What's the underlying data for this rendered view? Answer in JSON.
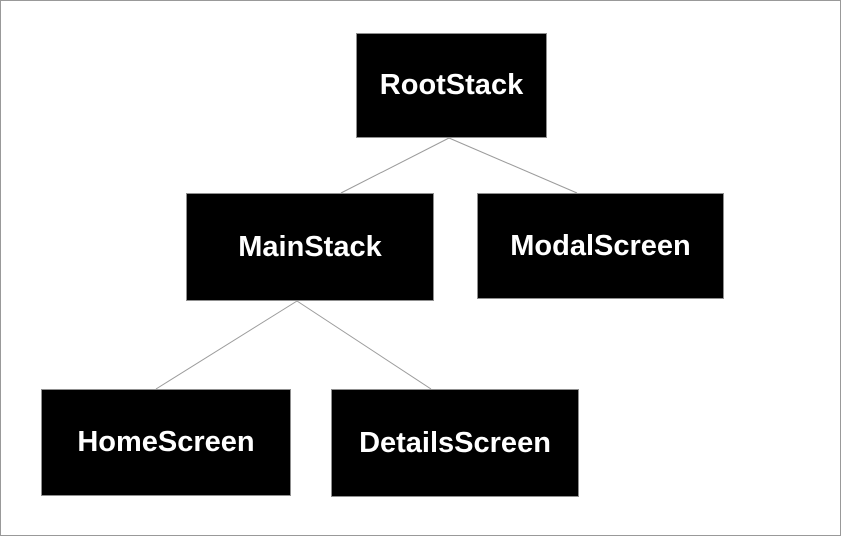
{
  "diagram": {
    "nodes": [
      {
        "id": "root",
        "label": "RootStack"
      },
      {
        "id": "main",
        "label": "MainStack"
      },
      {
        "id": "modal",
        "label": "ModalScreen"
      },
      {
        "id": "home",
        "label": "HomeScreen"
      },
      {
        "id": "details",
        "label": "DetailsScreen"
      }
    ],
    "edges": [
      {
        "from": "RootStack",
        "to": "MainStack"
      },
      {
        "from": "RootStack",
        "to": "ModalScreen"
      },
      {
        "from": "MainStack",
        "to": "HomeScreen"
      },
      {
        "from": "MainStack",
        "to": "DetailsScreen"
      }
    ]
  },
  "colors": {
    "background": "#ffffff",
    "outer_border": "#999999",
    "node_fill": "#000000",
    "node_border": "#8f8f8f",
    "node_text": "#ffffff",
    "connector": "#9b9b9b"
  }
}
